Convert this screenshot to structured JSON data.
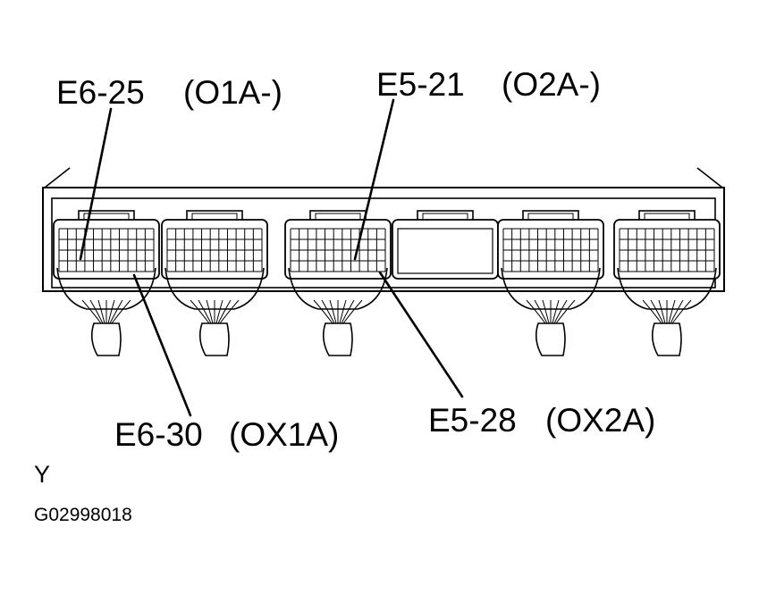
{
  "figure": {
    "figure_id": "G02998018",
    "view_letter": "Y"
  },
  "labels": {
    "e6_25": {
      "pin": "E6-25",
      "signal": "(O1A-)"
    },
    "e5_21": {
      "pin": "E5-21",
      "signal": "(O2A-)"
    },
    "e6_30": {
      "pin": "E6-30",
      "signal": "(OX1A)"
    },
    "e5_28": {
      "pin": "E5-28",
      "signal": "(OX2A)"
    }
  },
  "connectors": [
    {
      "name": "connector-1",
      "populated": true
    },
    {
      "name": "connector-2",
      "populated": true
    },
    {
      "name": "connector-3",
      "populated": true
    },
    {
      "name": "connector-4",
      "populated": false
    },
    {
      "name": "connector-5",
      "populated": true
    },
    {
      "name": "connector-6",
      "populated": true
    }
  ]
}
